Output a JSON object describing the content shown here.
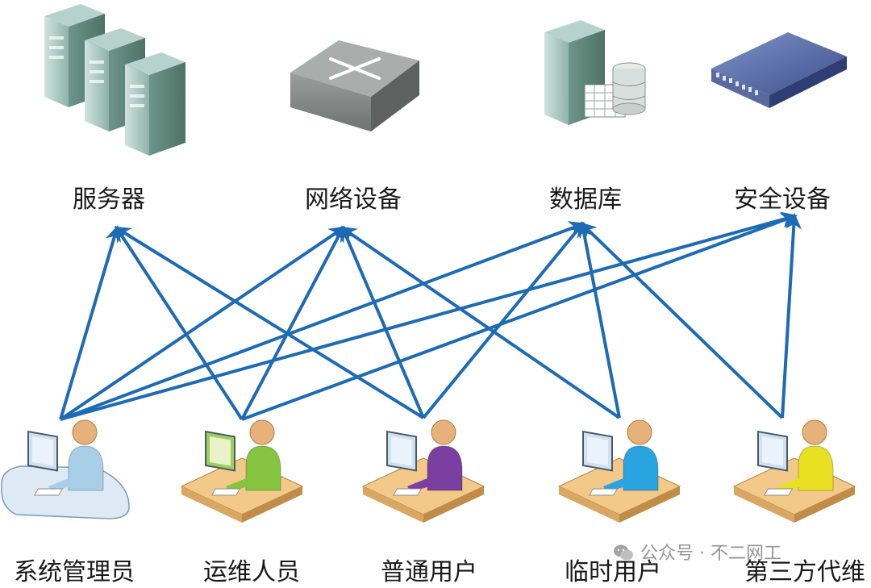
{
  "resources": [
    {
      "id": "server",
      "label": "服务器",
      "icon": "server-rack-icon"
    },
    {
      "id": "network",
      "label": "网络设备",
      "icon": "network-switch-icon"
    },
    {
      "id": "database",
      "label": "数据库",
      "icon": "database-server-icon"
    },
    {
      "id": "security",
      "label": "安全设备",
      "icon": "security-appliance-icon"
    }
  ],
  "users": [
    {
      "id": "sysadmin",
      "label": "系统管理员",
      "icon": "admin-workstation-icon",
      "color": "#a9cfe8"
    },
    {
      "id": "ops",
      "label": "运维人员",
      "icon": "ops-workstation-icon",
      "color": "#86c440"
    },
    {
      "id": "normal",
      "label": "普通用户",
      "icon": "normal-user-workstation-icon",
      "color": "#7a3fa0"
    },
    {
      "id": "temp",
      "label": "临时用户",
      "icon": "temp-user-workstation-icon",
      "color": "#2aa4e0"
    },
    {
      "id": "thirdparty",
      "label": "第三方代维",
      "icon": "thirdparty-workstation-icon",
      "color": "#e8e020"
    }
  ],
  "connections": [
    [
      "sysadmin",
      "server"
    ],
    [
      "sysadmin",
      "network"
    ],
    [
      "sysadmin",
      "database"
    ],
    [
      "sysadmin",
      "security"
    ],
    [
      "ops",
      "server"
    ],
    [
      "ops",
      "network"
    ],
    [
      "ops",
      "security"
    ],
    [
      "normal",
      "server"
    ],
    [
      "normal",
      "network"
    ],
    [
      "normal",
      "database"
    ],
    [
      "temp",
      "network"
    ],
    [
      "temp",
      "database"
    ],
    [
      "thirdparty",
      "database"
    ],
    [
      "thirdparty",
      "security"
    ]
  ],
  "arrow_color": "#1d6ab5",
  "watermark": {
    "text": "公众号 · 不二网工",
    "icon": "wechat-icon"
  }
}
